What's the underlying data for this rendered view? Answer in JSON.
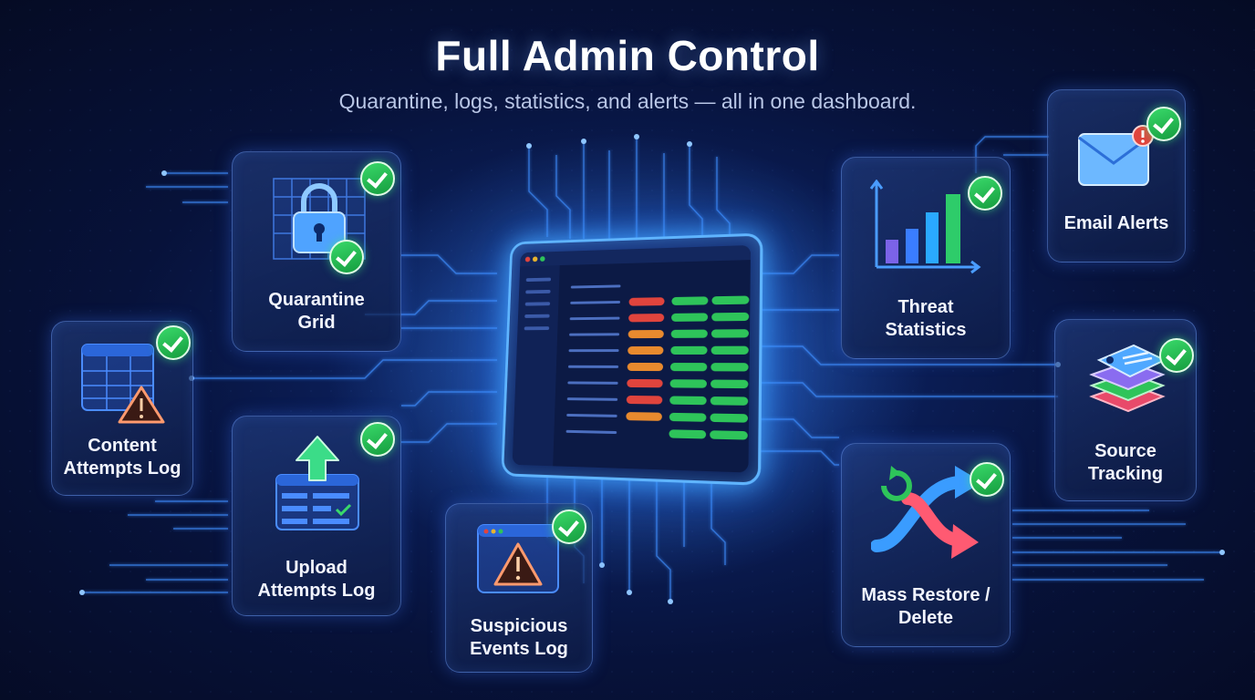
{
  "header": {
    "title": "Full Admin Control",
    "subtitle": "Quarantine, logs, statistics, and alerts — all in one dashboard."
  },
  "features": [
    {
      "id": "quarantine-grid",
      "label": "Quarantine\nGrid",
      "icon": "lock-grid-icon"
    },
    {
      "id": "content-attempts-log",
      "label": "Content\nAttempts Log",
      "icon": "warning-table-icon"
    },
    {
      "id": "upload-attempts-log",
      "label": "Upload\nAttempts Log",
      "icon": "upload-table-icon"
    },
    {
      "id": "suspicious-events-log",
      "label": "Suspicious\nEvents Log",
      "icon": "warning-window-icon"
    },
    {
      "id": "threat-statistics",
      "label": "Threat\nStatistics",
      "icon": "bar-chart-icon"
    },
    {
      "id": "email-alerts",
      "label": "Email Alerts",
      "icon": "envelope-alert-icon"
    },
    {
      "id": "source-tracking",
      "label": "Source\nTracking",
      "icon": "stacked-tags-icon"
    },
    {
      "id": "mass-restore-delete",
      "label": "Mass Restore /\nDelete",
      "icon": "restore-delete-arrows-icon"
    }
  ],
  "colors": {
    "accent": "#5fb4ff",
    "check": "#2ec45a",
    "danger": "#e0443d",
    "warning": "#e88a2e"
  }
}
